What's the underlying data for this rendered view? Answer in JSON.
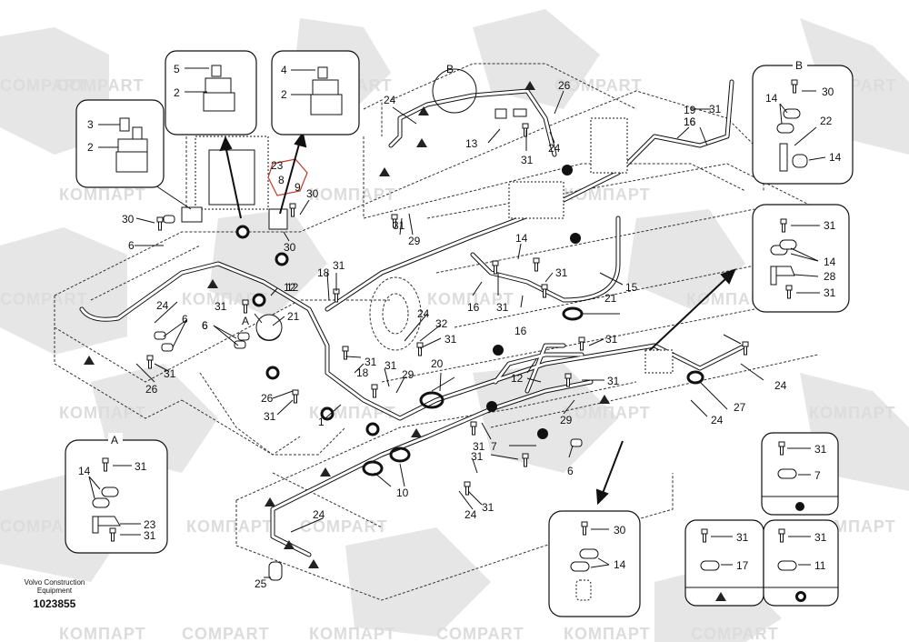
{
  "diagram": {
    "watermark_text": [
      "COMPART",
      "КОМПАРТ"
    ],
    "footer": {
      "manufacturer": "Volvo Construction Equipment",
      "drawing_number": "1023855"
    },
    "main_labels": [
      {
        "id": "l1",
        "text": "24"
      },
      {
        "id": "l2",
        "text": "26"
      },
      {
        "id": "l3",
        "text": "13"
      },
      {
        "id": "l4",
        "text": "31"
      },
      {
        "id": "l5",
        "text": "24"
      },
      {
        "id": "l6",
        "text": "19"
      },
      {
        "id": "l7",
        "text": "16"
      },
      {
        "id": "l8",
        "text": "23"
      },
      {
        "id": "l9",
        "text": "8"
      },
      {
        "id": "l10",
        "text": "9"
      },
      {
        "id": "l11",
        "text": "30"
      },
      {
        "id": "l12",
        "text": "30"
      },
      {
        "id": "l13",
        "text": "6"
      },
      {
        "id": "l14",
        "text": "31"
      },
      {
        "id": "l15",
        "text": "29"
      },
      {
        "id": "l16",
        "text": "30"
      },
      {
        "id": "l17",
        "text": "18"
      },
      {
        "id": "l18",
        "text": "31"
      },
      {
        "id": "l19",
        "text": "12"
      },
      {
        "id": "l20",
        "text": "14"
      },
      {
        "id": "l21",
        "text": "31"
      },
      {
        "id": "l22",
        "text": "16"
      },
      {
        "id": "l23",
        "text": "31"
      },
      {
        "id": "l24",
        "text": "16"
      },
      {
        "id": "l25",
        "text": "15"
      },
      {
        "id": "l26",
        "text": "21"
      },
      {
        "id": "l27",
        "text": "24"
      },
      {
        "id": "l28",
        "text": "6"
      },
      {
        "id": "l29",
        "text": "6"
      },
      {
        "id": "l30",
        "text": "31"
      },
      {
        "id": "l31",
        "text": "26"
      },
      {
        "id": "l32",
        "text": "A"
      },
      {
        "id": "l33",
        "text": "21"
      },
      {
        "id": "l34",
        "text": "12"
      },
      {
        "id": "l35",
        "text": "31"
      },
      {
        "id": "l36",
        "text": "6"
      },
      {
        "id": "l37",
        "text": "24"
      },
      {
        "id": "l38",
        "text": "32"
      },
      {
        "id": "l39",
        "text": "31"
      },
      {
        "id": "l40",
        "text": "31"
      },
      {
        "id": "l41",
        "text": "18"
      },
      {
        "id": "l42",
        "text": "31"
      },
      {
        "id": "l43",
        "text": "29"
      },
      {
        "id": "l44",
        "text": "20"
      },
      {
        "id": "l45",
        "text": "26"
      },
      {
        "id": "l46",
        "text": "31"
      },
      {
        "id": "l47",
        "text": "1"
      },
      {
        "id": "l48",
        "text": "12"
      },
      {
        "id": "l49",
        "text": "31"
      },
      {
        "id": "l50",
        "text": "31"
      },
      {
        "id": "l51",
        "text": "29"
      },
      {
        "id": "l52",
        "text": "7"
      },
      {
        "id": "l53",
        "text": "31"
      },
      {
        "id": "l54",
        "text": "6"
      },
      {
        "id": "l55",
        "text": "31"
      },
      {
        "id": "l56",
        "text": "27"
      },
      {
        "id": "l57",
        "text": "24"
      },
      {
        "id": "l58",
        "text": "24"
      },
      {
        "id": "l59",
        "text": "10"
      },
      {
        "id": "l60",
        "text": "31"
      },
      {
        "id": "l61",
        "text": "24"
      },
      {
        "id": "l62",
        "text": "24"
      },
      {
        "id": "l63",
        "text": "25"
      },
      {
        "id": "l64",
        "text": "B"
      },
      {
        "id": "l65",
        "text": "31"
      },
      {
        "id": "l66",
        "text": "16"
      }
    ],
    "insets": {
      "relay_5": {
        "labels": [
          "5",
          "2"
        ]
      },
      "relay_4": {
        "labels": [
          "4",
          "2"
        ]
      },
      "relay_3": {
        "labels": [
          "3",
          "2"
        ]
      },
      "detail_b": {
        "title": "B",
        "labels": [
          "30",
          "14",
          "22",
          "14"
        ]
      },
      "clamp_28": {
        "labels": [
          "31",
          "14",
          "28",
          "31"
        ]
      },
      "detail_a": {
        "title": "A",
        "labels": [
          "31",
          "14",
          "23",
          "31"
        ]
      },
      "clamp_7": {
        "labels": [
          "31",
          "7"
        ],
        "symbol": "filled-circle"
      },
      "clamp_30_14": {
        "labels": [
          "30",
          "14"
        ]
      },
      "clamp_17": {
        "labels": [
          "31",
          "17"
        ],
        "symbol": "triangle"
      },
      "clamp_11": {
        "labels": [
          "31",
          "11"
        ],
        "symbol": "ring"
      }
    }
  }
}
